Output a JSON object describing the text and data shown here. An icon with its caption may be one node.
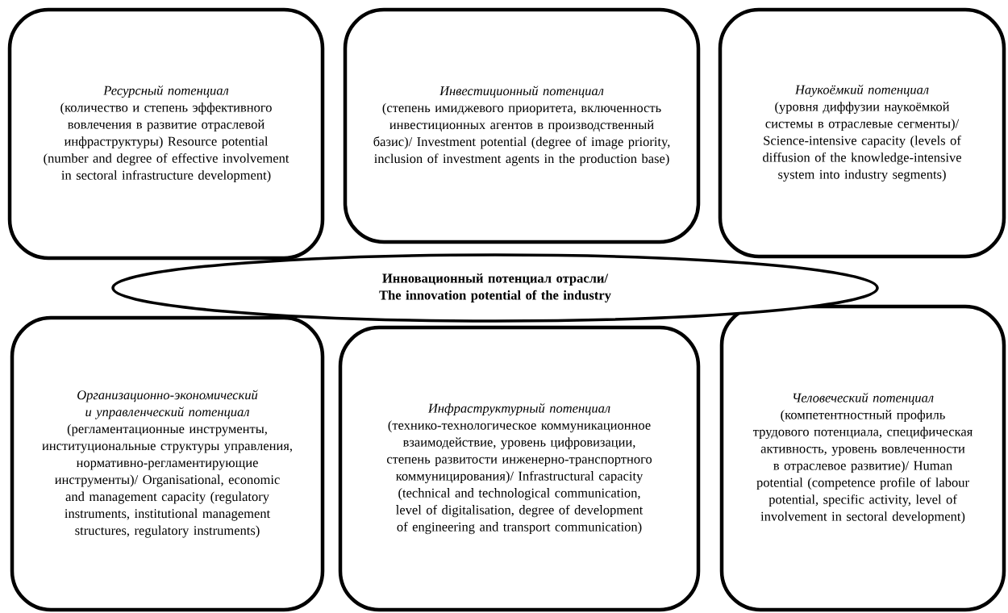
{
  "diagram": {
    "nodes": [
      {
        "text": [
          "Ресурсный потенциал",
          "(количество и степень эффективного вовлечения в развитие отраслевой инфраструктуры) Resource potential (number and degree of effective involvement in sectoral infrastructure development)"
        ]
      },
      {
        "text": [
          "Инвестиционный потенциал",
          "(степень имиджевого приоритета, включенность инвестиционных агентов в производственный базис)/ Investment potential (degree of image priority, inclusion of investment agents in the production base)"
        ]
      },
      {
        "text": [
          "Наукоёмкий потенциал",
          "(уровня диффузии наукоёмкой системы в отраслевые сегменты)/ Science-intensive capacity (levels of diffusion of the knowledge-intensive system into industry segments)"
        ]
      },
      {
        "text": [
          "Инновационный потенциал отрасли/ The innovation potential of the industry"
        ]
      },
      {
        "text": [
          "Организационно-экономический и управленческий потенциал",
          "(регламентационные инструменты, институциональные структуры управления, нормативно-регламентирующие инструменты)/ Organisational, economic and management capacity (regulatory instruments, institutional management structures, regulatory instruments)"
        ]
      },
      {
        "text": [
          "Инфраструктурный потенциал",
          "(технико-технологическое коммуникационное взаимодействие, уровень цифровизации, степень развитости инженерно-транспортного коммуницирования)/ Infrastructural capacity (technical and technological communication, level of digitalisation, degree of development of engineering and transport communication)"
        ]
      },
      {
        "text": [
          "Человеческий потенциал",
          "(компетентностный профиль трудового потенциала, специфическая активность, уровень вовлеченности в отраслевое развитие)/ Human potential (competence profile of labour potential, specific activity, level of involvement in sectoral development)"
        ]
      }
    ]
  }
}
